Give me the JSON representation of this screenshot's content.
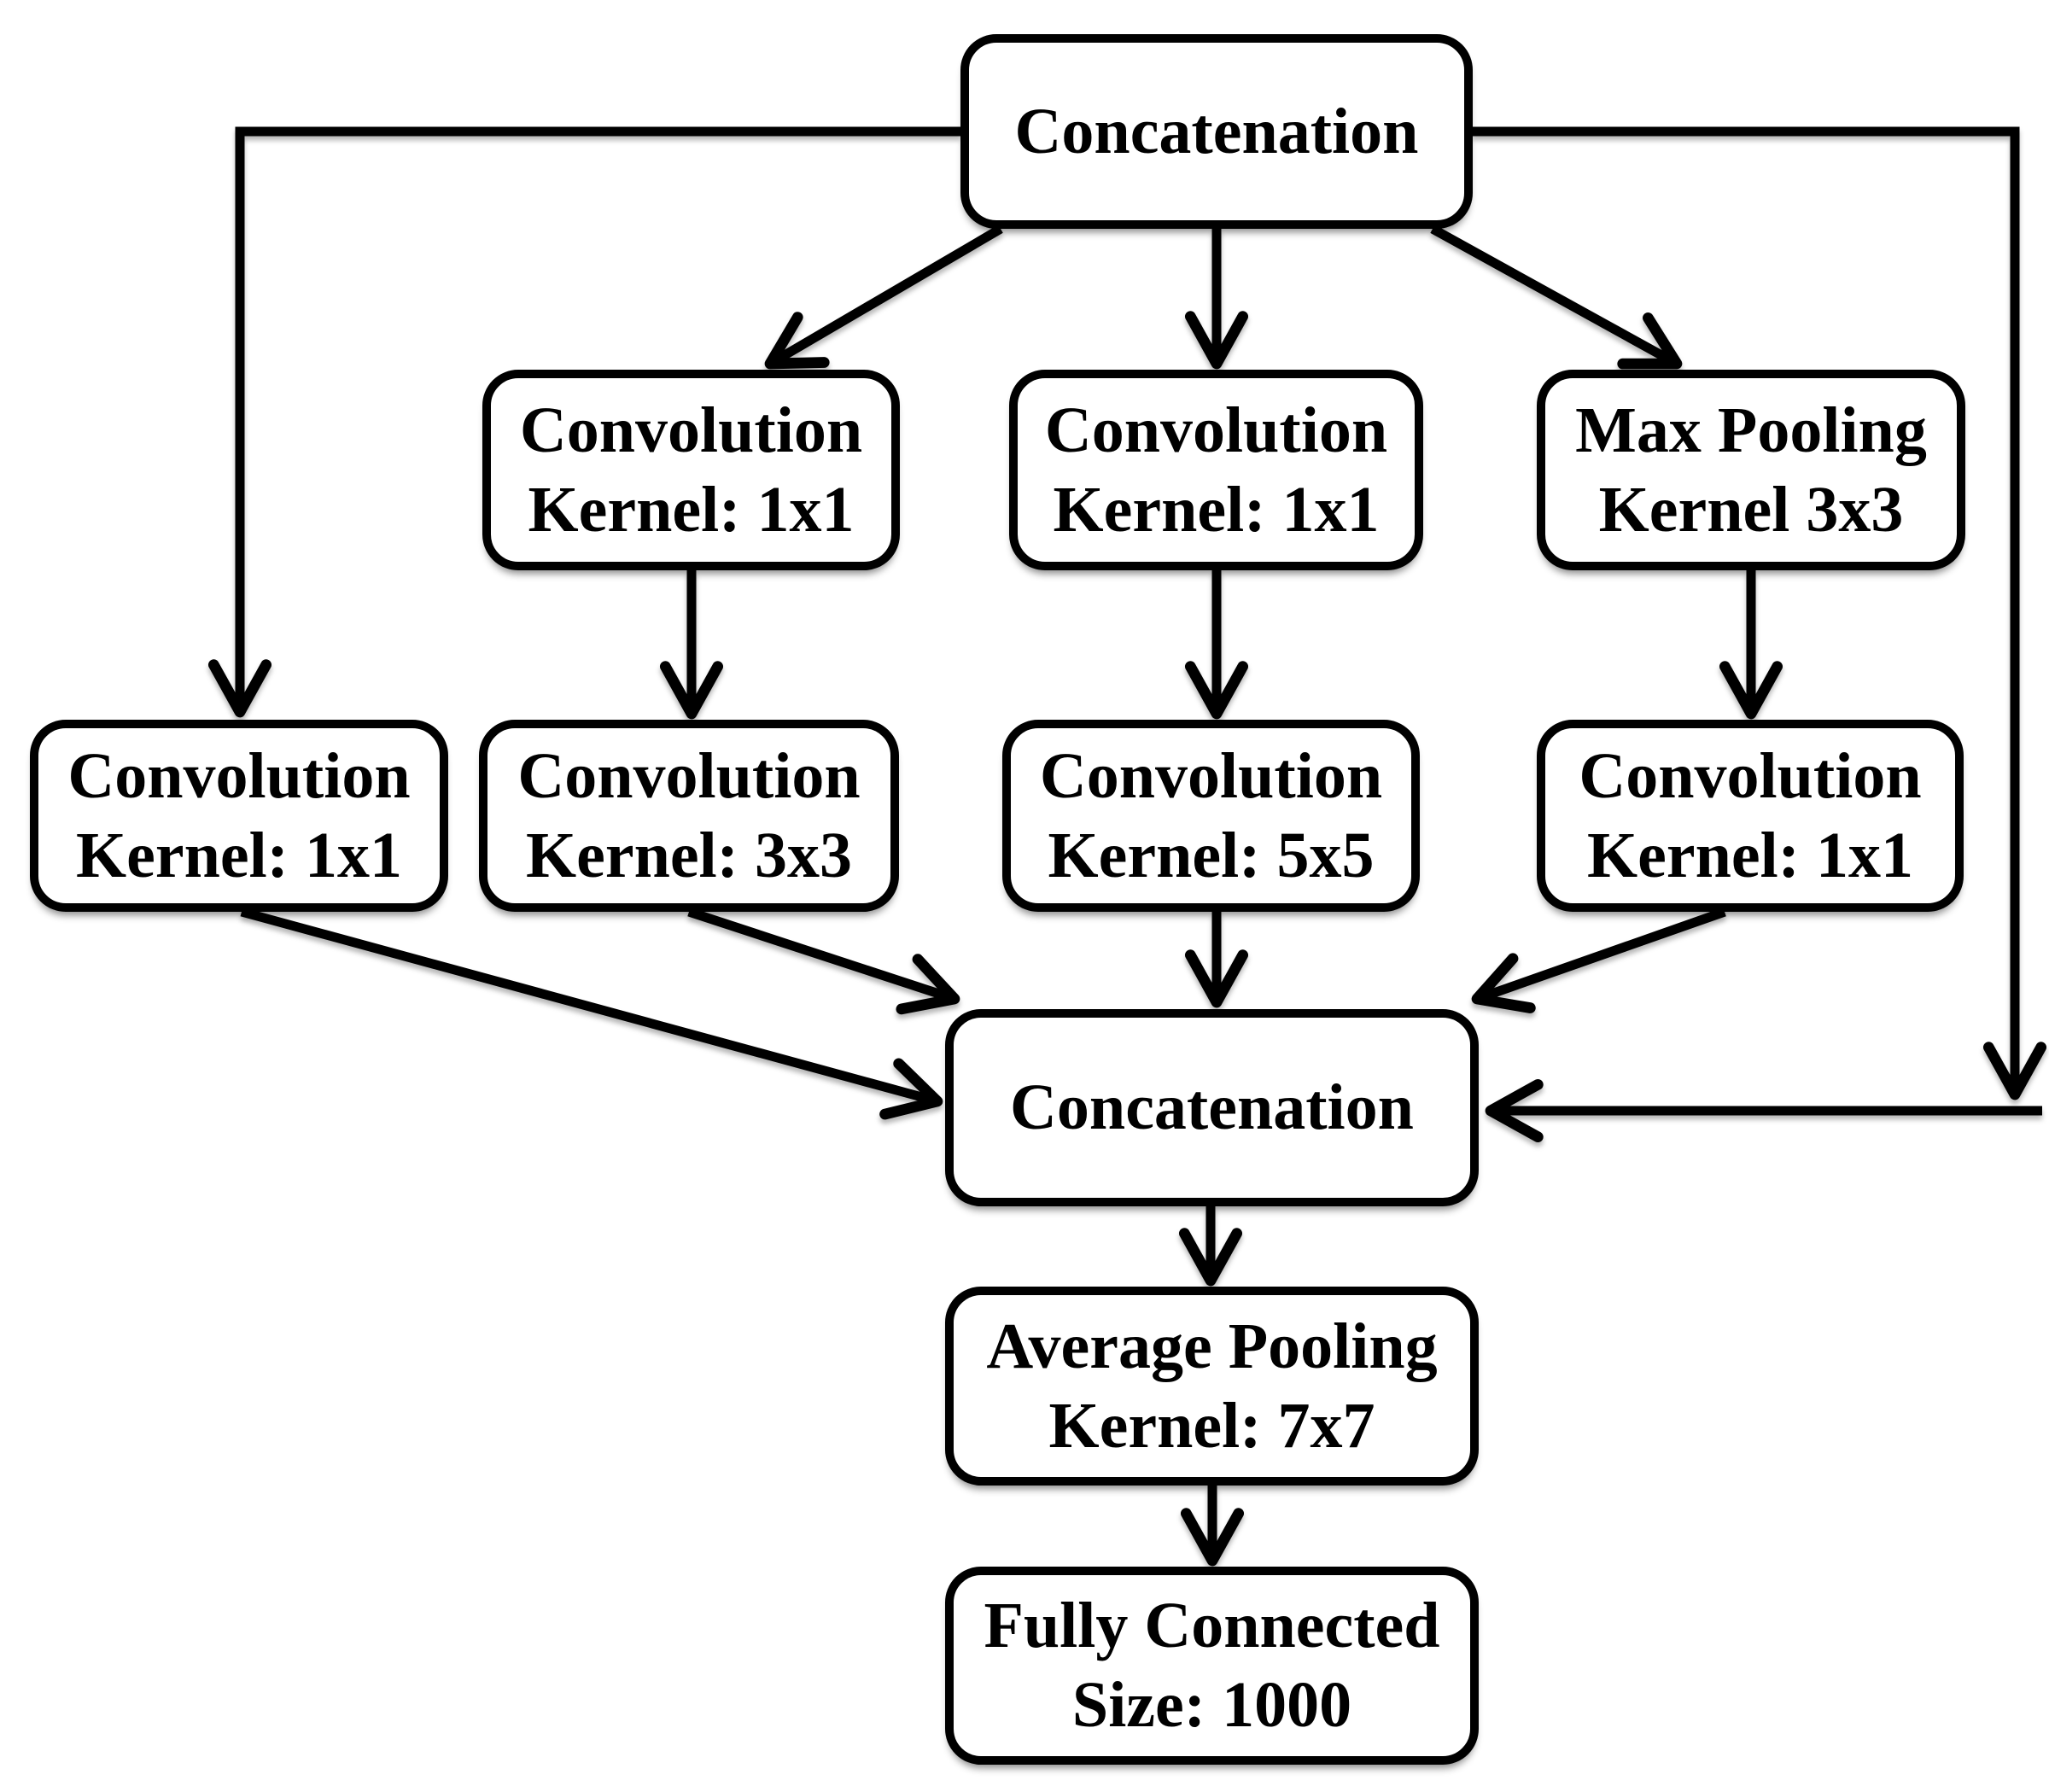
{
  "colors": {
    "ink": "#000000",
    "background": "#ffffff"
  },
  "nodes": {
    "concat_top": {
      "line1": "Concatenation"
    },
    "conv1x1_mid_left": {
      "line1": "Convolution",
      "line2": "Kernel: 1x1"
    },
    "conv1x1_mid_center": {
      "line1": "Convolution",
      "line2": "Kernel: 1x1"
    },
    "maxpool3x3": {
      "line1": "Max Pooling",
      "line2": "Kernel 3x3"
    },
    "conv1x1_left": {
      "line1": "Convolution",
      "line2": "Kernel: 1x1"
    },
    "conv3x3": {
      "line1": "Convolution",
      "line2": "Kernel: 3x3"
    },
    "conv5x5": {
      "line1": "Convolution",
      "line2": "Kernel: 5x5"
    },
    "conv1x1_right": {
      "line1": "Convolution",
      "line2": "Kernel: 1x1"
    },
    "concat_bottom": {
      "line1": "Concatenation"
    },
    "avgpool7x7": {
      "line1": "Average Pooling",
      "line2": "Kernel: 7x7"
    },
    "fc1000": {
      "line1": "Fully Connected",
      "line2": "Size: 1000"
    }
  },
  "edges": [
    {
      "from": "concat_top",
      "to": "conv1x1_left"
    },
    {
      "from": "concat_top",
      "to": "conv1x1_mid_left"
    },
    {
      "from": "concat_top",
      "to": "conv1x1_mid_center"
    },
    {
      "from": "concat_top",
      "to": "maxpool3x3"
    },
    {
      "from": "concat_top",
      "to": "concat_bottom"
    },
    {
      "from": "conv1x1_mid_left",
      "to": "conv3x3"
    },
    {
      "from": "conv1x1_mid_center",
      "to": "conv5x5"
    },
    {
      "from": "maxpool3x3",
      "to": "conv1x1_right"
    },
    {
      "from": "conv1x1_left",
      "to": "concat_bottom"
    },
    {
      "from": "conv3x3",
      "to": "concat_bottom"
    },
    {
      "from": "conv5x5",
      "to": "concat_bottom"
    },
    {
      "from": "conv1x1_right",
      "to": "concat_bottom"
    },
    {
      "from": "concat_bottom",
      "to": "avgpool7x7"
    },
    {
      "from": "avgpool7x7",
      "to": "fc1000"
    }
  ]
}
